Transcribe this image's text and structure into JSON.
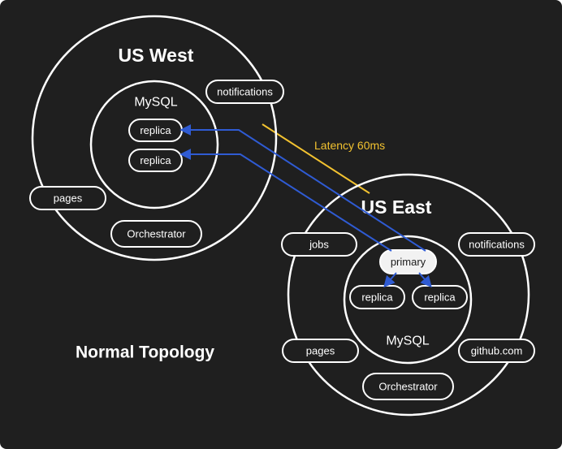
{
  "colors": {
    "background": "#1f1f1f",
    "line": "#ffffff",
    "replication": "#2f5bd3",
    "latency": "#f2c230"
  },
  "diagram": {
    "caption": "Normal Topology",
    "latency_label": "Latency 60ms",
    "west": {
      "title": "US West",
      "mysql_label": "MySQL",
      "replica_1": "replica",
      "replica_2": "replica",
      "notifications": "notifications",
      "pages": "pages",
      "orchestrator": "Orchestrator"
    },
    "east": {
      "title": "US East",
      "mysql_label": "MySQL",
      "primary": "primary",
      "replica_1": "replica",
      "replica_2": "replica",
      "jobs": "jobs",
      "notifications": "notifications",
      "pages": "pages",
      "github": "github.com",
      "orchestrator": "Orchestrator"
    }
  }
}
